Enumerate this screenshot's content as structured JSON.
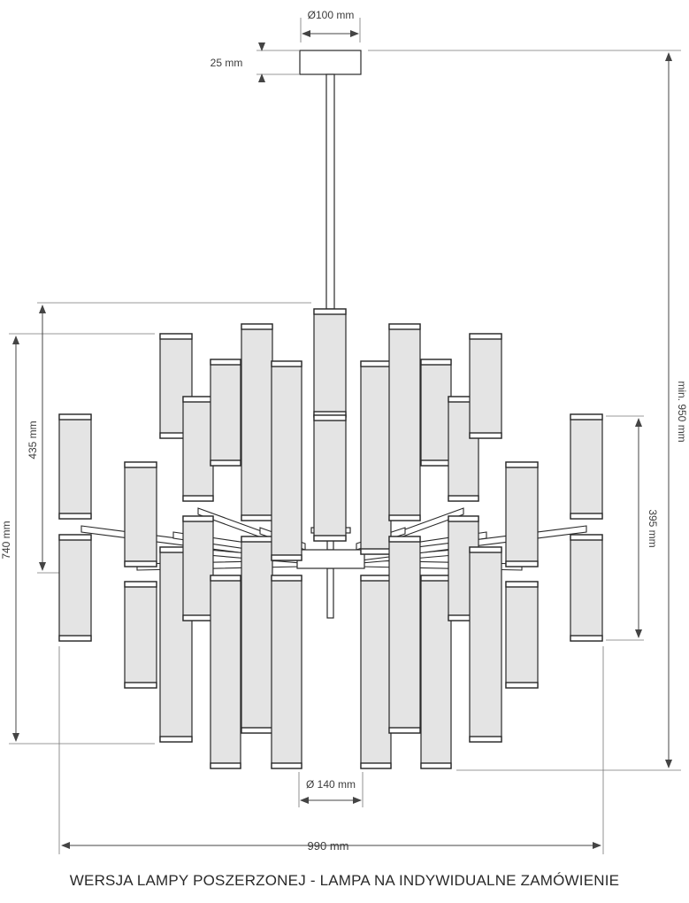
{
  "dimensions": {
    "canopy_diameter": "Ø100 mm",
    "canopy_height": "25 mm",
    "total_height": "min. 950 mm",
    "body_height": "740 mm",
    "upper_height": "435 mm",
    "outer_tube_height": "395 mm",
    "hub_diameter": "Ø 140 mm",
    "total_width": "990 mm"
  },
  "caption": "WERSJA LAMPY POSZERZONEJ - LAMPA NA INDYWIDUALNE ZAMÓWIENIE",
  "colors": {
    "outline": "#2a2a2a",
    "tube_fill": "#e4e4e4",
    "dimension_line": "#444444",
    "background": "#ffffff"
  }
}
